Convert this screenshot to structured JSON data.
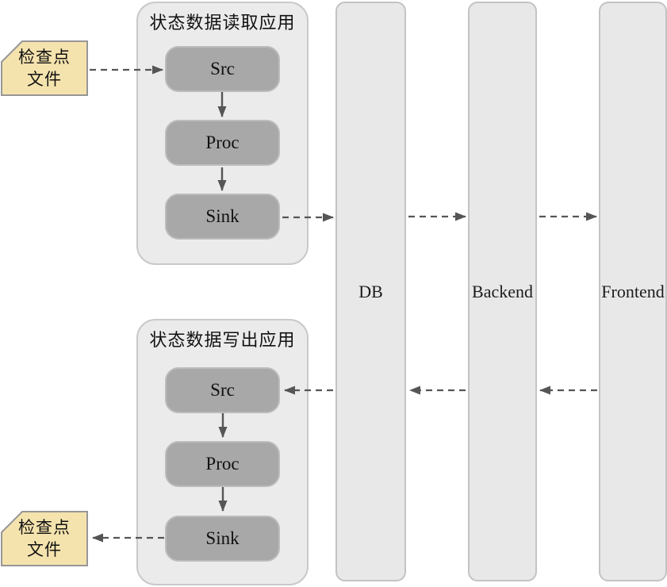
{
  "diagram": {
    "checkpoints": {
      "top": {
        "line1": "检查点",
        "line2": "文件"
      },
      "bottom": {
        "line1": "检查点",
        "line2": "文件"
      }
    },
    "apps": {
      "reader": {
        "title": "状态数据读取应用",
        "nodes": [
          "Src",
          "Proc",
          "Sink"
        ]
      },
      "writer": {
        "title": "状态数据写出应用",
        "nodes": [
          "Src",
          "Proc",
          "Sink"
        ]
      }
    },
    "columns": {
      "db": "DB",
      "backend": "Backend",
      "frontend": "Frontend"
    },
    "colors": {
      "container_fill": "#ebebeb",
      "node_fill": "#a8a8a8",
      "lane_fill": "#e8e8e8",
      "checkpoint_fill": "#f5e3ae",
      "arrow": "#555555",
      "border": "#c6c6c6"
    }
  }
}
